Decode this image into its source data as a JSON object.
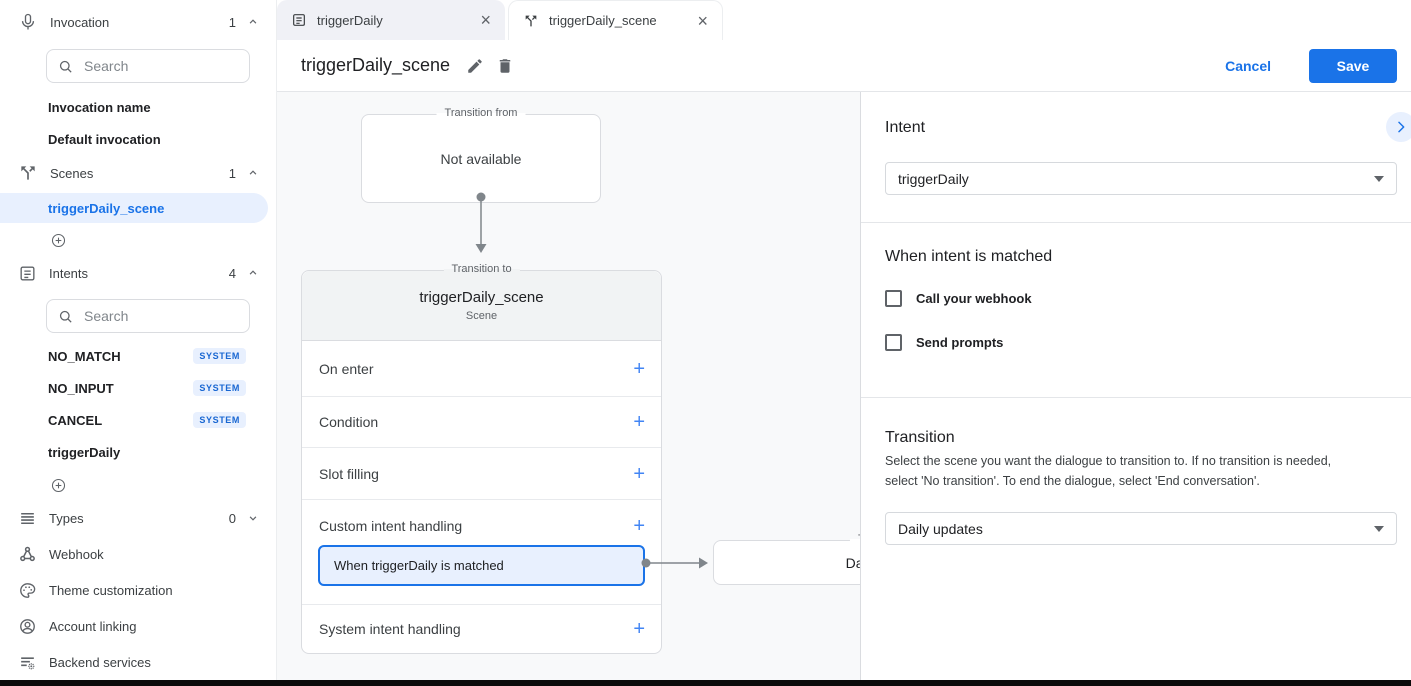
{
  "icons": {
    "plus": "+",
    "close": "×"
  },
  "sidebar": {
    "invocation": {
      "label": "Invocation",
      "count": "1"
    },
    "invocation_search": {
      "placeholder": "Search"
    },
    "invocation_items": [
      "Invocation name",
      "Default invocation"
    ],
    "scenes": {
      "label": "Scenes",
      "count": "1"
    },
    "scene_items": [
      "triggerDaily_scene"
    ],
    "intents": {
      "label": "Intents",
      "count": "4"
    },
    "intents_search": {
      "placeholder": "Search"
    },
    "intent_items": [
      {
        "name": "NO_MATCH",
        "badge": "SYSTEM"
      },
      {
        "name": "NO_INPUT",
        "badge": "SYSTEM"
      },
      {
        "name": "CANCEL",
        "badge": "SYSTEM"
      },
      {
        "name": "triggerDaily"
      }
    ],
    "types": {
      "label": "Types",
      "count": "0"
    },
    "nav_items": [
      "Webhook",
      "Theme customization",
      "Account linking",
      "Backend services"
    ]
  },
  "tabs": [
    {
      "label": "triggerDaily"
    },
    {
      "label": "triggerDaily_scene"
    }
  ],
  "header": {
    "title": "triggerDaily_scene",
    "cancel_label": "Cancel",
    "save_label": "Save"
  },
  "canvas": {
    "transition_from": {
      "label": "Transition from",
      "content": "Not available"
    },
    "scene_card": {
      "label": "Transition to",
      "title": "triggerDaily_scene",
      "subtitle": "Scene",
      "rows": [
        "On enter",
        "Condition",
        "Slot filling",
        "Custom intent handling",
        "System intent handling"
      ],
      "highlighted_handler": "When triggerDaily is matched"
    },
    "target_box": {
      "label": "Transition to",
      "content": "Daily updates"
    }
  },
  "panel": {
    "intent": {
      "heading": "Intent",
      "value": "triggerDaily"
    },
    "matched": {
      "heading": "When intent is matched",
      "checkboxes": [
        "Call your webhook",
        "Send prompts"
      ]
    },
    "transition": {
      "heading": "Transition",
      "description": "Select the scene you want the dialogue to transition to. If no transition is needed, select 'No transition'. To end the dialogue, select 'End conversation'.",
      "value": "Daily updates"
    }
  },
  "colors": {
    "accent": "#1a73e8",
    "highlight_bg": "#e8f0fe",
    "system_badge": "#1967d2"
  }
}
